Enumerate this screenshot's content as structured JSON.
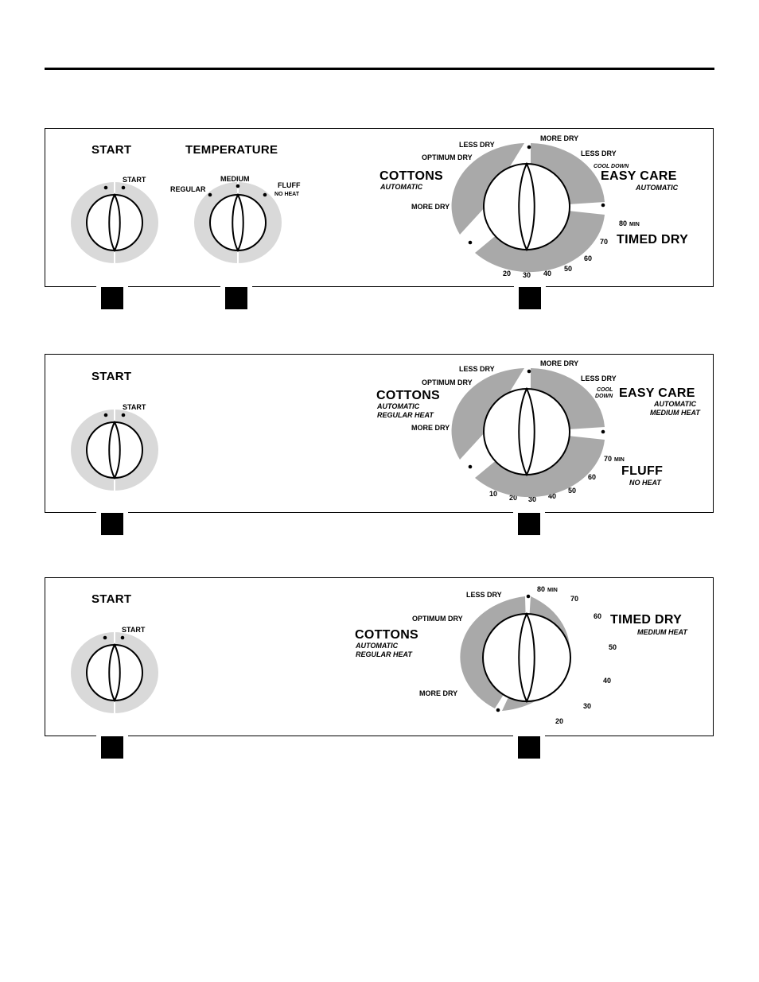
{
  "panel1": {
    "start_title": "START",
    "start_mark": "START",
    "temp_title": "TEMPERATURE",
    "temp_regular": "REGULAR",
    "temp_medium": "MEDIUM",
    "temp_fluff": "FLUFF",
    "temp_noheat": "NO HEAT",
    "cottons": "COTTONS",
    "cottons_sub": "AUTOMATIC",
    "less_dry_left": "LESS DRY",
    "optimum_dry": "OPTIMUM DRY",
    "more_dry_left": "MORE DRY",
    "more_dry_top": "MORE DRY",
    "less_dry_right": "LESS DRY",
    "cool_down": "COOL DOWN",
    "easy_care": "EASY CARE",
    "easy_care_sub": "AUTOMATIC",
    "min_80": "80",
    "min_label": "MIN",
    "timed_dry": "TIMED DRY",
    "nums": [
      "70",
      "60",
      "50",
      "40",
      "30",
      "20"
    ]
  },
  "panel2": {
    "start_title": "START",
    "start_mark": "START",
    "cottons": "COTTONS",
    "cottons_sub1": "AUTOMATIC",
    "cottons_sub2": "REGULAR HEAT",
    "less_dry_left": "LESS DRY",
    "optimum_dry": "OPTIMUM DRY",
    "more_dry_left": "MORE DRY",
    "more_dry_top": "MORE DRY",
    "less_dry_right": "LESS DRY",
    "cool": "COOL",
    "down": "DOWN",
    "easy_care": "EASY CARE",
    "easy_care_sub1": "AUTOMATIC",
    "easy_care_sub2": "MEDIUM HEAT",
    "min_70": "70",
    "min_label": "MIN",
    "fluff": "FLUFF",
    "fluff_sub": "NO HEAT",
    "nums": [
      "60",
      "50",
      "40",
      "30",
      "20",
      "10"
    ]
  },
  "panel3": {
    "start_title": "START",
    "start_mark": "START",
    "cottons": "COTTONS",
    "cottons_sub1": "AUTOMATIC",
    "cottons_sub2": "REGULAR HEAT",
    "less_dry": "LESS DRY",
    "optimum_dry": "OPTIMUM DRY",
    "more_dry": "MORE DRY",
    "min_80": "80",
    "min_label": "MIN",
    "timed_dry": "TIMED DRY",
    "timed_dry_sub": "MEDIUM HEAT",
    "nums": [
      "70",
      "60",
      "50",
      "40",
      "30",
      "20"
    ]
  },
  "colors": {
    "light_ring": "#d9d9d9",
    "dark_ring": "#a9a9a9",
    "ink": "#000000"
  }
}
